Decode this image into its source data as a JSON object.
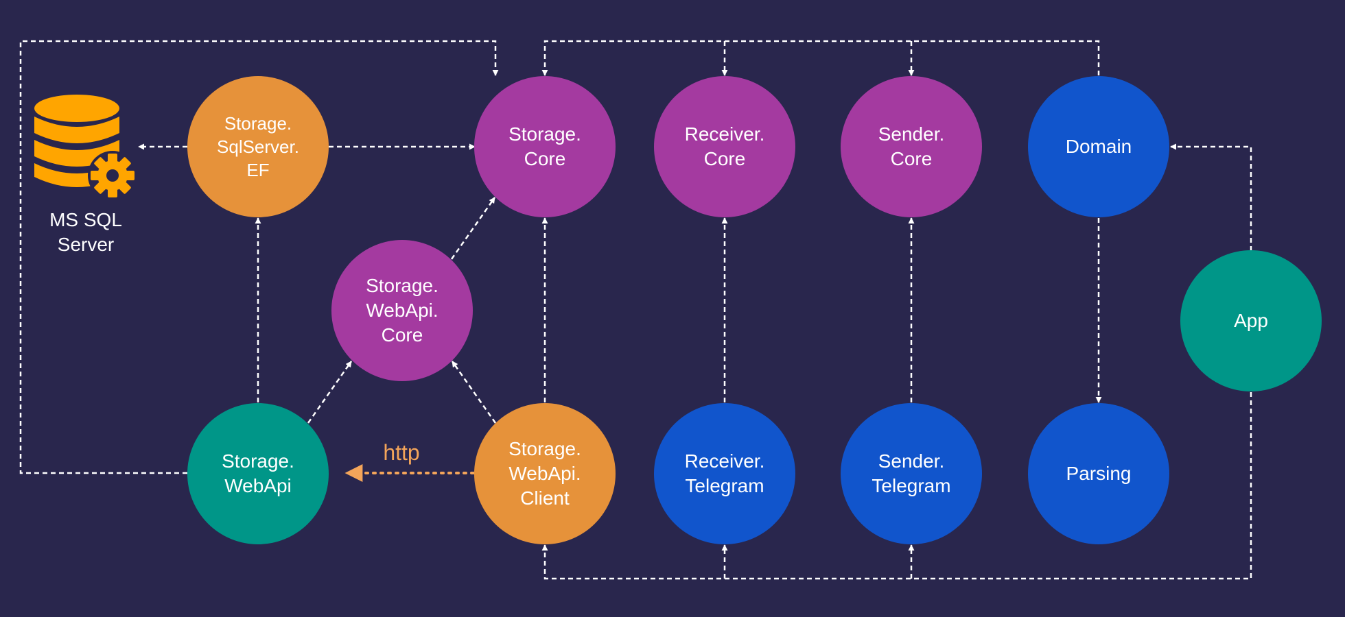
{
  "nodes": {
    "storage_sqlserver_ef": [
      "Storage.",
      "SqlServer.",
      "EF"
    ],
    "storage_core": [
      "Storage.",
      "Core"
    ],
    "receiver_core": [
      "Receiver.",
      "Core"
    ],
    "sender_core": [
      "Sender.",
      "Core"
    ],
    "domain": [
      "Domain"
    ],
    "storage_webapi_core": [
      "Storage.",
      "WebApi.",
      "Core"
    ],
    "app": [
      "App"
    ],
    "storage_webapi": [
      "Storage.",
      "WebApi"
    ],
    "storage_webapi_client": [
      "Storage.",
      "WebApi.",
      "Client"
    ],
    "receiver_telegram": [
      "Receiver.",
      "Telegram"
    ],
    "sender_telegram": [
      "Sender.",
      "Telegram"
    ],
    "parsing": [
      "Parsing"
    ]
  },
  "database": {
    "label": [
      "MS SQL",
      "Server"
    ],
    "icon": "database-gear-icon"
  },
  "edge_labels": {
    "http": "http"
  },
  "colors": {
    "background": "#29264d",
    "core": "#a43aa0",
    "infrastructure": "#e6923a",
    "service": "#1155cc",
    "host": "#009688",
    "http_link": "#f4a55a",
    "database_icon": "#ffa500"
  }
}
